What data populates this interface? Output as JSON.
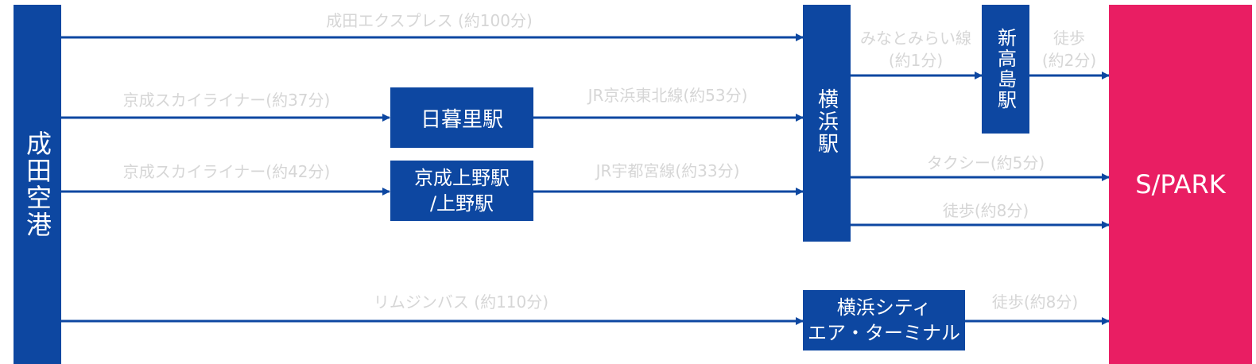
{
  "colors": {
    "node": "#0d47a1",
    "destination": "#e91e63",
    "line": "#0d47a1",
    "label": "#d6d6d6"
  },
  "nodes": {
    "narita": "成田空港",
    "nippori": "日暮里駅",
    "ueno_line1": "京成上野駅",
    "ueno_line2": "/上野駅",
    "yokohama": "横浜駅",
    "shintakashima": "新高島駅",
    "ycat_line1": "横浜シティ",
    "ycat_line2": "エア・ターミナル",
    "spark": "S/PARK"
  },
  "routes": {
    "narita_express": "成田エクスプレス (約100分)",
    "skyliner_37": "京成スカイライナー(約37分)",
    "keihin_tohoku": "JR京浜東北線(約53分)",
    "skyliner_42": "京成スカイライナー(約42分)",
    "utsunomiya": "JR宇都宮線(約33分)",
    "minatomirai_line1": "みなとみらい線",
    "minatomirai_line2": "(約1分)",
    "walk_2_line1": "徒歩",
    "walk_2_line2": "(約2分)",
    "taxi_5": "タクシー(約5分)",
    "walk_8_yokohama": "徒歩(約8分)",
    "limousine": "リムジンバス (約110分)",
    "walk_8_ycat": "徒歩(約8分)"
  }
}
